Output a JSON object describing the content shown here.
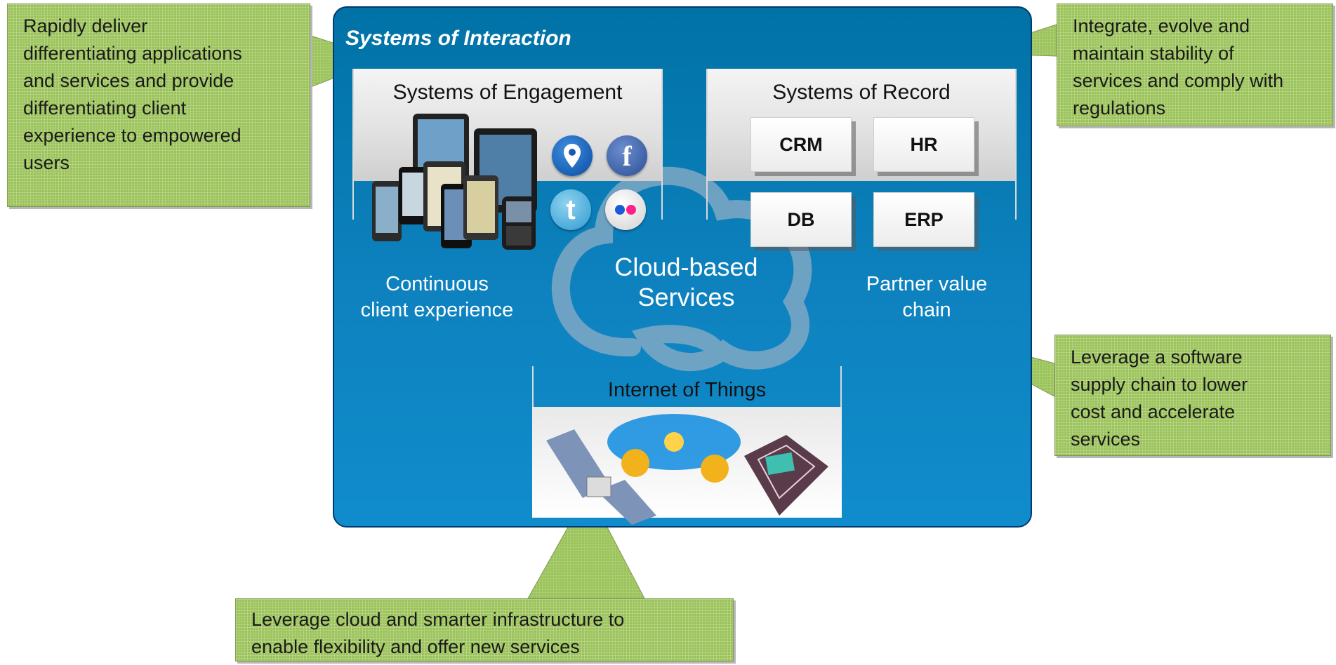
{
  "panel": {
    "title": "Systems of Interaction"
  },
  "engagement": {
    "title": "Systems of Engagement",
    "caption_line1": "Continuous",
    "caption_line2": "client experience",
    "icons": [
      "location-pin-icon",
      "facebook-icon",
      "twitter-icon",
      "flickr-icon"
    ]
  },
  "record": {
    "title": "Systems of Record",
    "tiles": [
      "CRM",
      "HR",
      "DB",
      "ERP"
    ],
    "caption_line1": "Partner value",
    "caption_line2": "chain"
  },
  "cloud": {
    "line1": "Cloud-based",
    "line2": "Services"
  },
  "iot": {
    "title": "Internet of Things"
  },
  "callouts": {
    "top_left": [
      "Rapidly deliver",
      "differentiating applications",
      "and services and provide",
      "differentiating client",
      "experience to empowered",
      "users"
    ],
    "top_right": [
      "Integrate, evolve and",
      "maintain stability of",
      "services and comply with",
      "regulations"
    ],
    "mid_right": [
      "Leverage a software",
      "supply chain to lower",
      "cost  and accelerate",
      "services"
    ],
    "bottom": [
      "Leverage cloud and smarter infrastructure to",
      "enable flexibility and offer new services"
    ]
  },
  "colors": {
    "panel_blue": "#0072a6",
    "callout_green": "#9bc35a",
    "cloud_outline": "#7fa8c4"
  }
}
